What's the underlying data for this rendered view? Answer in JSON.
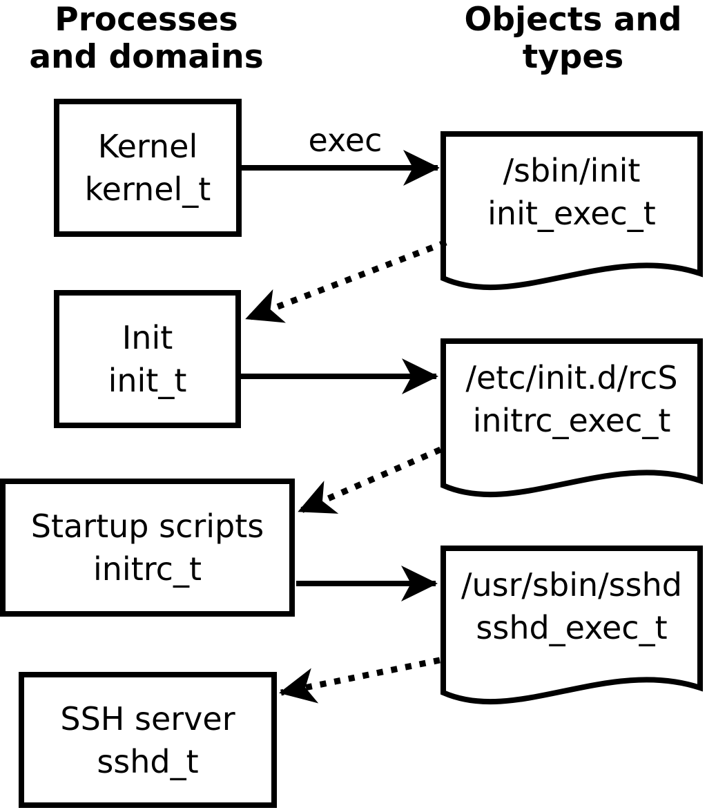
{
  "headers": {
    "left": "Processes\nand domains",
    "right": "Objects and\ntypes"
  },
  "processes": [
    {
      "name": "Kernel",
      "domain": "kernel_t"
    },
    {
      "name": "Init",
      "domain": "init_t"
    },
    {
      "name": "Startup scripts",
      "domain": "initrc_t"
    },
    {
      "name": "SSH server",
      "domain": "sshd_t"
    }
  ],
  "objects": [
    {
      "path": "/sbin/init",
      "type": "init_exec_t"
    },
    {
      "path": "/etc/init.d/rcS",
      "type": "initrc_exec_t"
    },
    {
      "path": "/usr/sbin/sshd",
      "type": "sshd_exec_t"
    }
  ],
  "edges": {
    "exec_label": "exec",
    "solid": [
      {
        "from": "kernel_t",
        "to": "init_exec_t",
        "label": "exec"
      },
      {
        "from": "init_t",
        "to": "initrc_exec_t",
        "label": ""
      },
      {
        "from": "initrc_t",
        "to": "sshd_exec_t",
        "label": ""
      }
    ],
    "dotted": [
      {
        "from": "init_exec_t",
        "to": "init_t"
      },
      {
        "from": "initrc_exec_t",
        "to": "initrc_t"
      },
      {
        "from": "sshd_exec_t",
        "to": "sshd_t"
      }
    ]
  },
  "colors": {
    "foreground": "#000000",
    "background": "#ffffff"
  }
}
